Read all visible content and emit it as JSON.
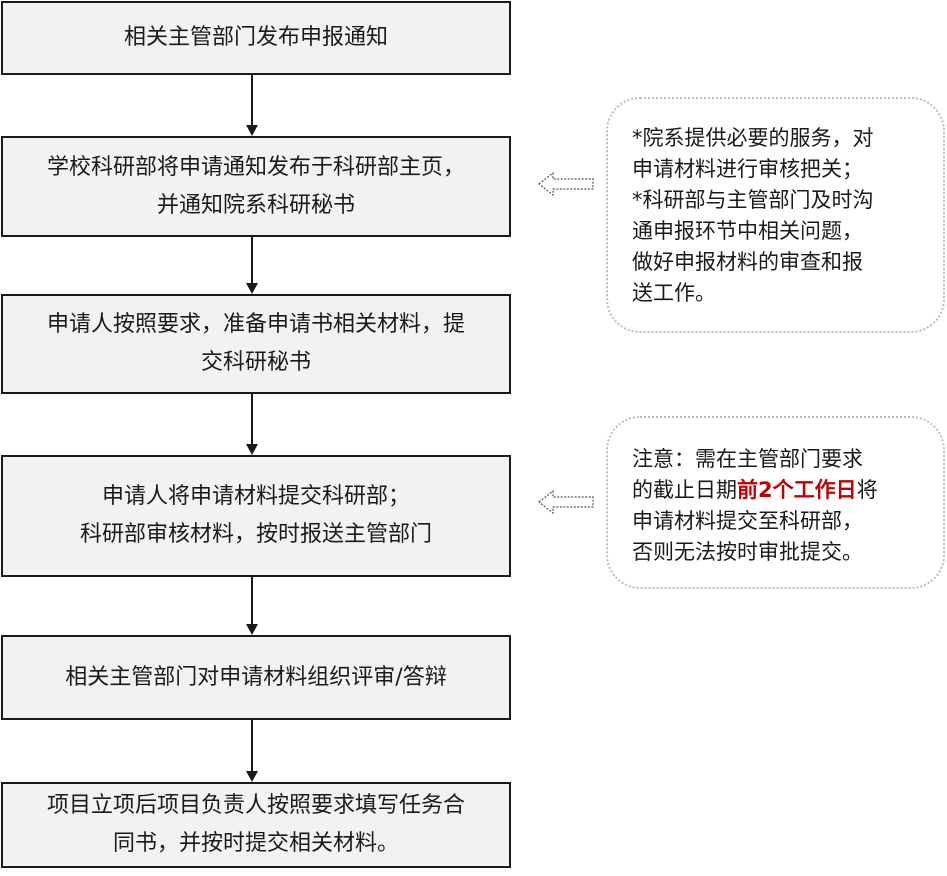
{
  "flow_steps": [
    {
      "text": "相关主管部门发布申报通知"
    },
    {
      "text": "学校科研部将申请通知发布于科研部主页，\n并通知院系科研秘书"
    },
    {
      "text": "申请人按照要求，准备申请书相关材料，提\n交科研秘书"
    },
    {
      "text": "申请人将申请材料提交科研部；\n科研部审核材料，按时报送主管部门"
    },
    {
      "text": "相关主管部门对申请材料组织评审/答辩"
    },
    {
      "text": "项目立项后项目负责人按照要求填写任务合\n同书，并按时提交相关材料。"
    }
  ],
  "notes": [
    {
      "lines": [
        "*院系提供必要的服务，对",
        "申请材料进行审核把关；",
        "*科研部与主管部门及时沟",
        "通申报环节中相关问题，",
        "做好申报材料的审查和报",
        "送工作。"
      ]
    },
    {
      "line1": "注意：需在主管部门要求",
      "line2_before": "的截止日期",
      "line2_highlight": "前2个工作日",
      "line2_after": "将",
      "line3": "申请材料提交至科研部，",
      "line4": "否则无法按时审批提交。"
    }
  ],
  "colors": {
    "box_fill": "#f2f2f2",
    "box_border": "#1a1a1a",
    "note_border": "#bdbdbd",
    "highlight": "#c00000"
  },
  "icons": {
    "flow_arrow": "down-arrow",
    "note_pointer": "hollow-dotted-left-arrow"
  }
}
